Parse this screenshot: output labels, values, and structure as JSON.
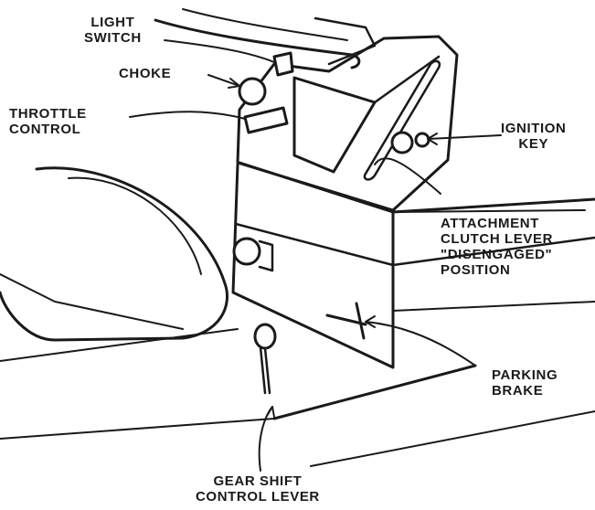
{
  "labels": {
    "light_switch": [
      "LIGHT",
      "SWITCH"
    ],
    "choke": [
      "CHOKE"
    ],
    "throttle_control": [
      "THROTTLE",
      "CONTROL"
    ],
    "ignition_key": [
      "IGNITION",
      "KEY"
    ],
    "attachment_clutch_lever": [
      "ATTACHMENT",
      "CLUTCH LEVER",
      "\"DISENGAGED\"",
      "POSITION"
    ],
    "parking_brake": [
      "PARKING",
      "BRAKE"
    ],
    "gear_shift_control_lever": [
      "GEAR SHIFT",
      "CONTROL LEVER"
    ]
  },
  "colors": {
    "ink": "#1a1a1a",
    "paper": "#ffffff",
    "shade": "#dcdcdc"
  }
}
